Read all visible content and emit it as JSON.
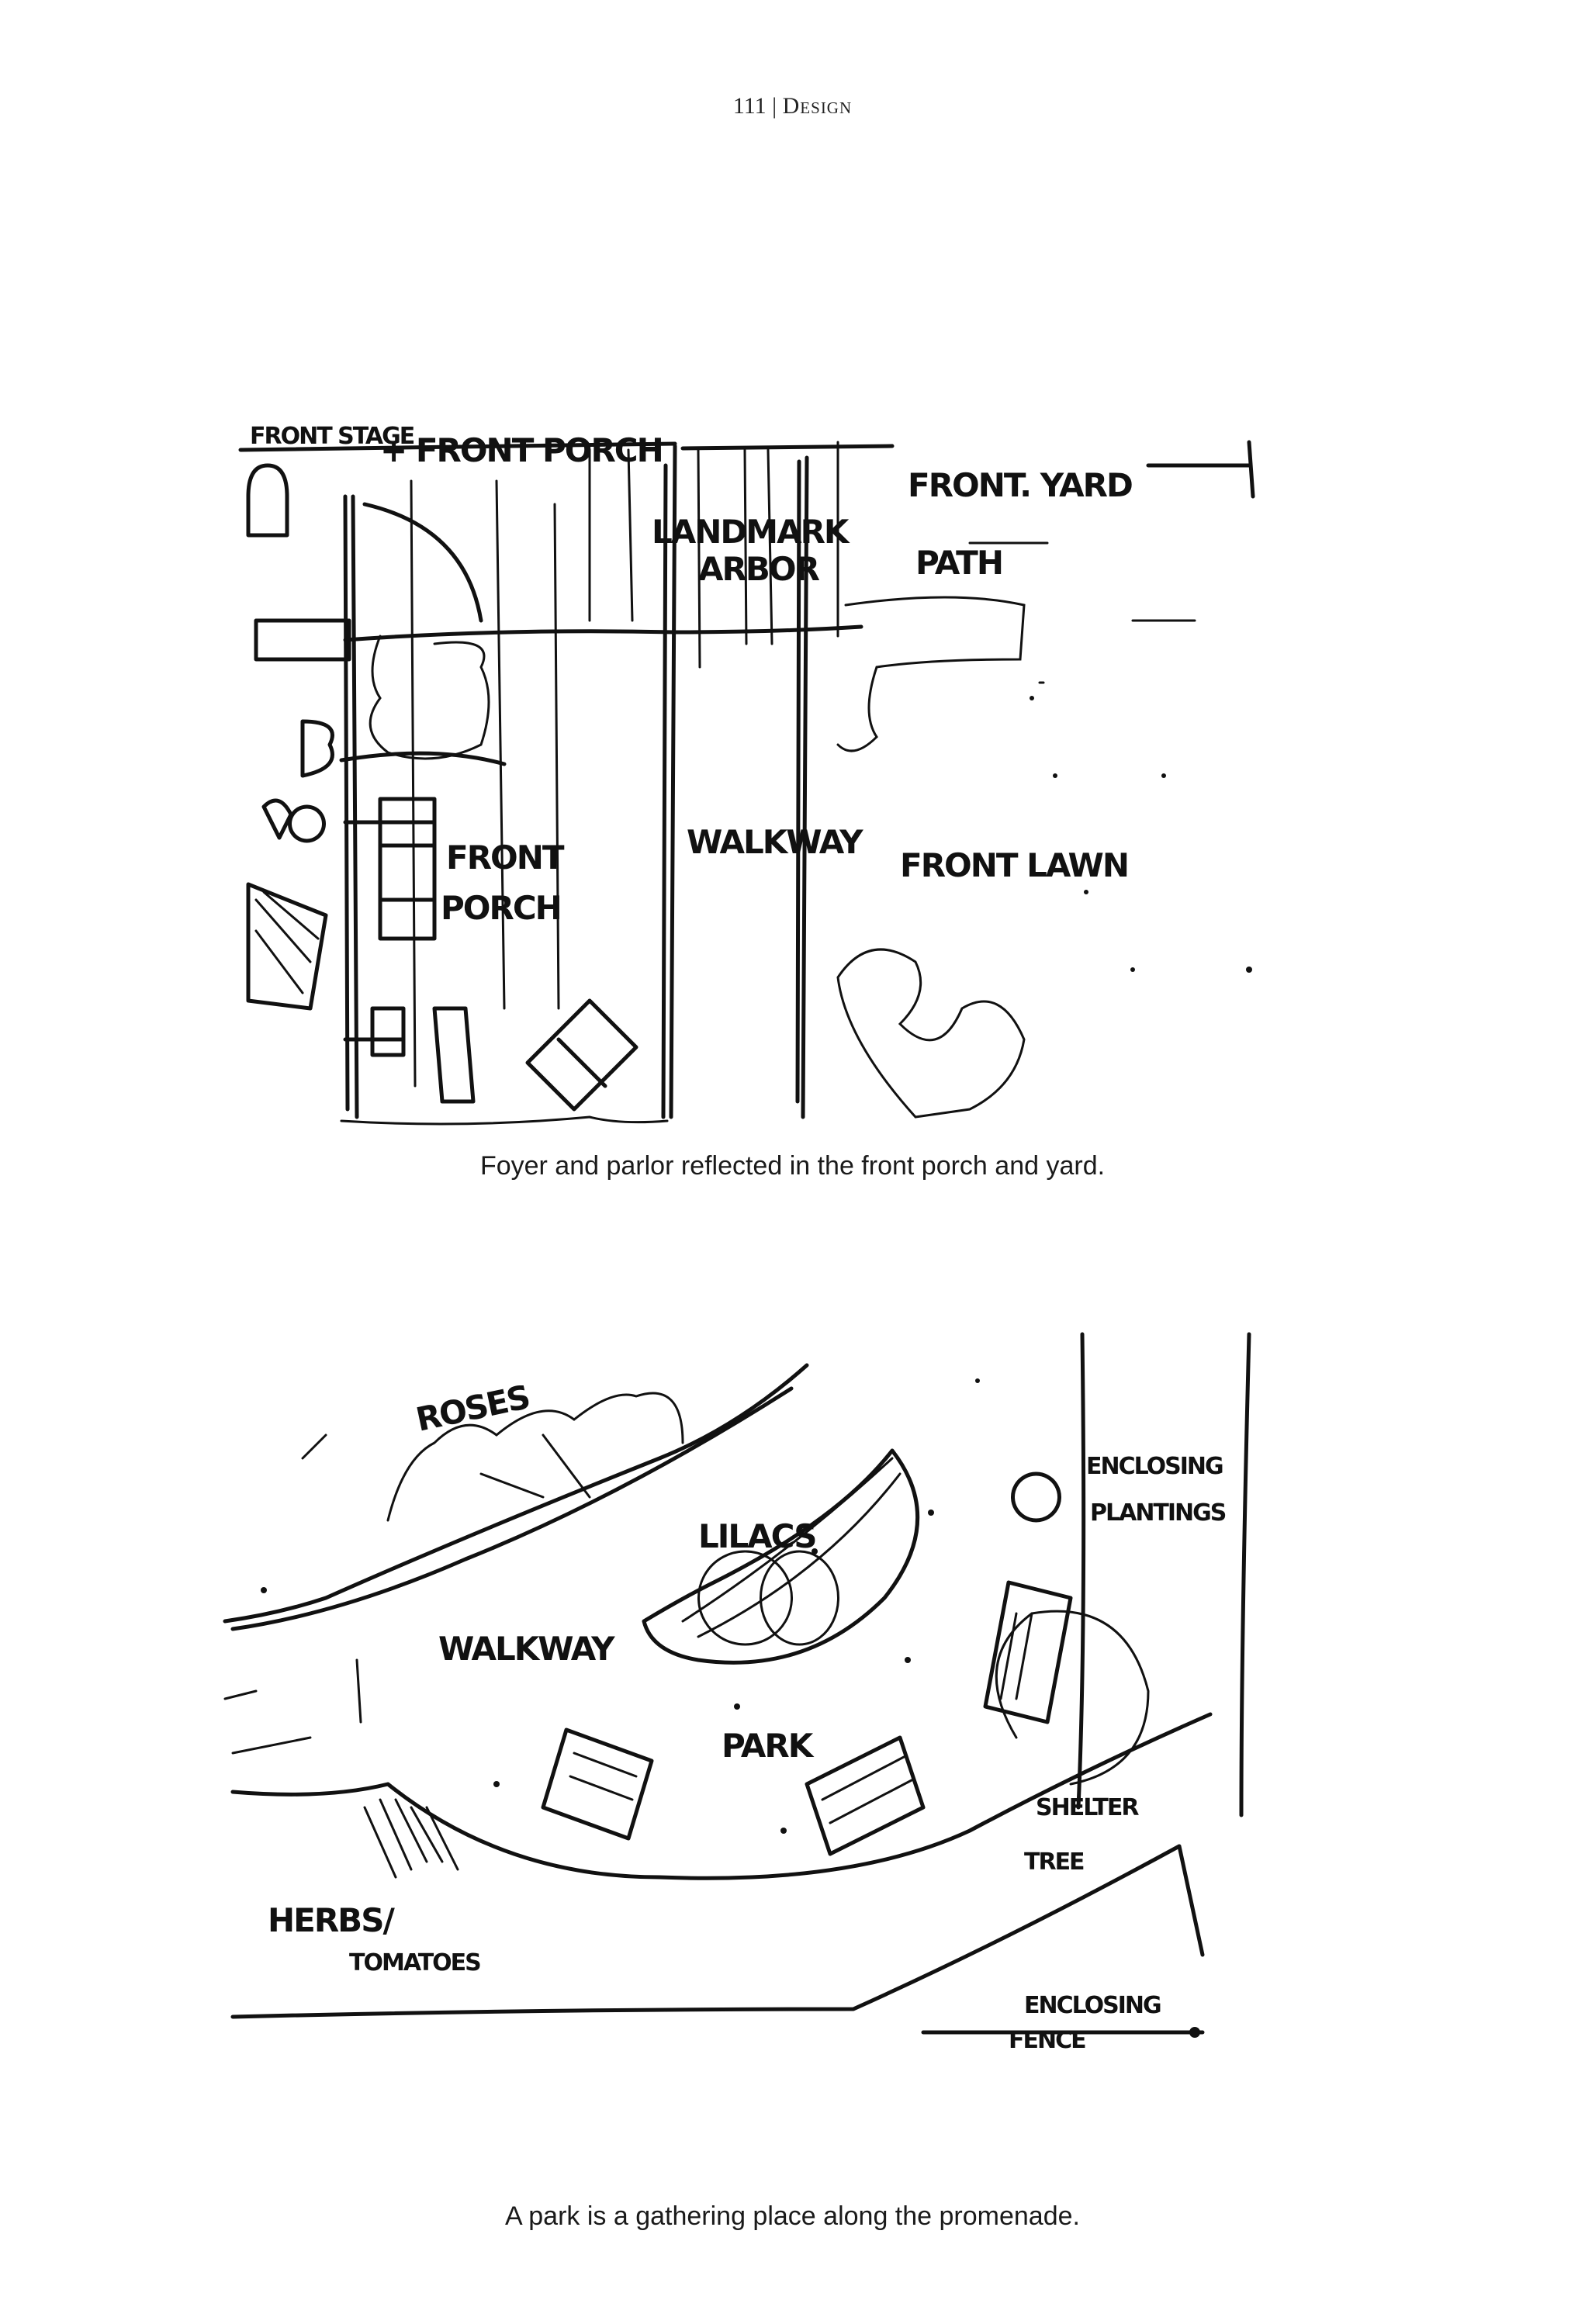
{
  "header": {
    "page_number": "111",
    "separator": "|",
    "section": "Design"
  },
  "figures": [
    {
      "caption": "Foyer and parlor reflected in the front porch and yard.",
      "labels": {
        "front_stage": "FRONT STAGE",
        "front_porch_top": "+ FRONT PORCH",
        "front_yard": "FRONT. YARD",
        "landmark": "LANDMARK",
        "arbor": "ARBOR",
        "path": "PATH",
        "walkway": "WALKWAY",
        "front_lawn": "FRONT LAWN",
        "front": "FRONT",
        "porch": "PORCH"
      }
    },
    {
      "caption": "A park is a gathering place along the promenade.",
      "labels": {
        "roses": "ROSES",
        "lilacs": "LILACS",
        "walkway": "WALKWAY",
        "park": "PARK",
        "enclosing": "ENCLOSING",
        "plantings": "PLANTINGS",
        "shelter": "SHELTER",
        "tree": "TREE",
        "herbs": "HERBS/",
        "tomatoes": "TOMATOES",
        "enclosing_fence_1": "ENCLOSING",
        "enclosing_fence_2": "FENCE"
      }
    }
  ]
}
